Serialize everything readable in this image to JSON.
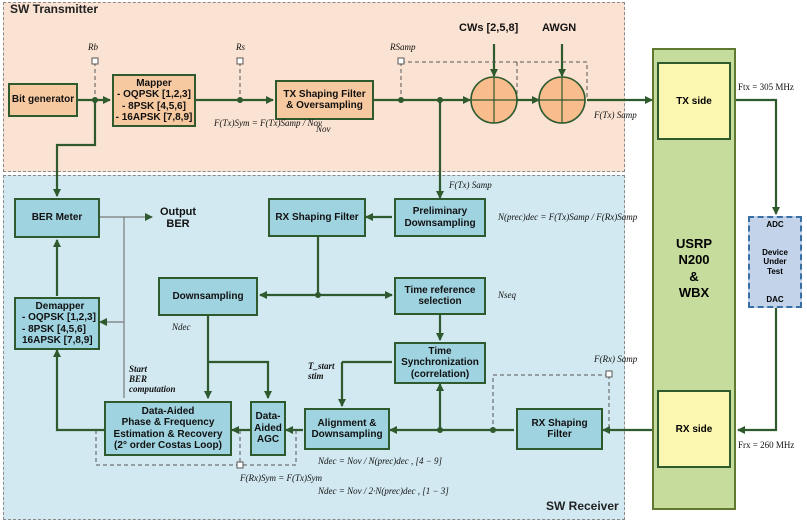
{
  "regions": {
    "transmitter": "SW Transmitter",
    "receiver": "SW Receiver"
  },
  "blocks": {
    "bit_generator": "Bit generator",
    "mapper": {
      "title": "Mapper",
      "l1": "- OQPSK [1,2,3]",
      "l2": "- 8PSK [4,5,6]",
      "l3": "- 16APSK [7,8,9]"
    },
    "tx_shaping": {
      "l1": "TX Shaping Filter",
      "l2": "& Oversampling"
    },
    "ber_meter": "BER Meter",
    "rx_shaping_top": "RX Shaping Filter",
    "prelim_down": {
      "l1": "Preliminary",
      "l2": "Downsampling"
    },
    "downsampling": "Downsampling",
    "time_ref": {
      "l1": "Time reference",
      "l2": "selection"
    },
    "time_sync": {
      "l1": "Time",
      "l2": "Synchronization",
      "l3": "(correlation)"
    },
    "demapper": {
      "title": "Demapper",
      "l1": "- OQPSK [1,2,3]",
      "l2": "- 8PSK [4,5,6]",
      "l3": "16APSK [7,8,9]"
    },
    "data_aided_pfer": {
      "l1": "Data-Aided",
      "l2": "Phase & Frequency",
      "l3": "Estimation & Recovery",
      "l4": "(2° order Costas Loop)"
    },
    "agc": {
      "l1": "Data-",
      "l2": "Aided",
      "l3": "AGC"
    },
    "alignment": {
      "l1": "Alignment &",
      "l2": "Downsampling"
    },
    "rx_shaping_bottom": {
      "l1": "RX Shaping",
      "l2": "Filter"
    }
  },
  "usrp": {
    "l1": "USRP",
    "l2": "N200",
    "l3": "&",
    "l4": "WBX",
    "tx_side": "TX side",
    "rx_side": "RX side"
  },
  "dut": {
    "adc": "ADC",
    "l1": "Device",
    "l2": "Under",
    "l3": "Test",
    "dac": "DAC"
  },
  "labels": {
    "cws": "CWs [2,5,8]",
    "awgn": "AWGN",
    "output_ber": "Output\nBER",
    "start_ber": "Start\nBER\ncomputation",
    "t_start": "T_start\nstim",
    "rb": "Rb",
    "rs": "Rs",
    "rsamp": "RSamp",
    "f_tx": "Ftx = 305 MHz",
    "f_rx": "Frx = 260 MHz",
    "f_samp_tx_top": "F(Tx) Samp",
    "f_samp_tx_right": "F(Tx) Samp",
    "f_samp_rx": "F(Rx) Samp",
    "f_sym_tx": "F(Tx)Sym = F(Tx)Samp / Nov",
    "n_ov": "Nov",
    "n_dec_prec": "N(prec)dec = F(Tx)Samp / F(Rx)Samp",
    "n_dec_label": "Ndec",
    "n_seq": "Nseq",
    "f_sym_rx": "F(Rx)Sym = F(Tx)Sym",
    "ndec_1": "Ndec = Nov / N(prec)dec , [4 − 9]",
    "ndec_2": "Ndec = Nov / 2·N(prec)dec , [1 − 3]"
  }
}
